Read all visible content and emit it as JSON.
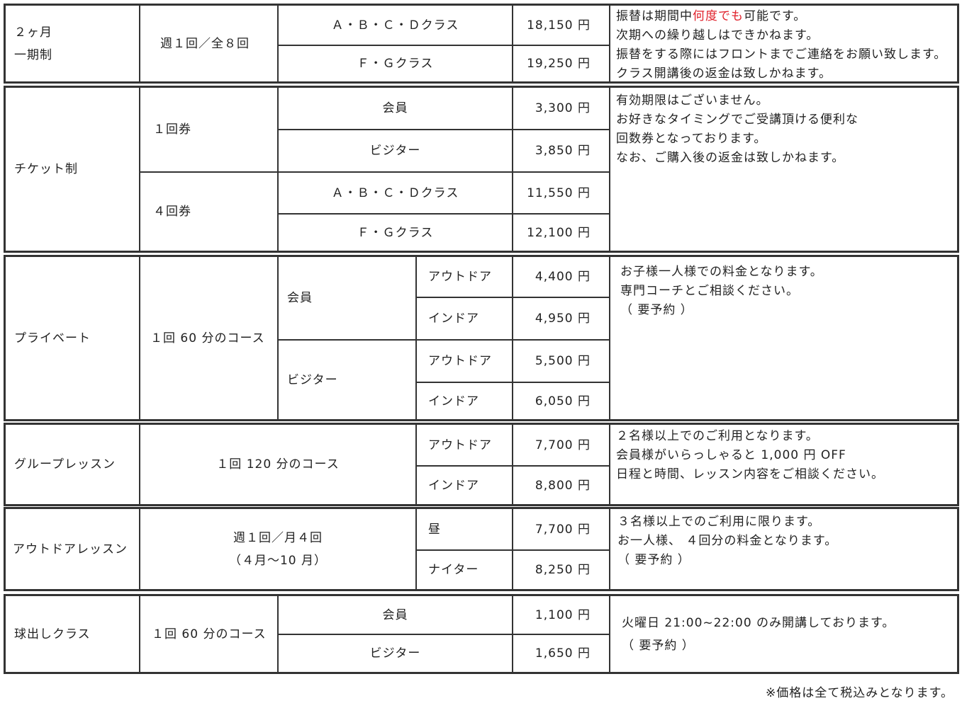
{
  "colors": {
    "border": "#333333",
    "text": "#222222",
    "accent_red": "#e0202a"
  },
  "blocks": [
    {
      "category": [
        "２ヶ月",
        "一期制"
      ],
      "frequency": "週１回／全８回",
      "rows": [
        {
          "label": "Ａ・Ｂ・Ｃ・Ｄクラス",
          "price": "18,150 円"
        },
        {
          "label": "Ｆ・Ｇクラス",
          "price": "19,250 円"
        }
      ],
      "notes": {
        "line1_before": "振替は期間中",
        "line1_highlight": "何度でも",
        "line1_after": "可能です。",
        "line2": "次期への繰り越しはできかねます。",
        "line3": "振替をする際にはフロントまでご連絡をお願い致します。",
        "line4": "クラス開講後の返金は致しかねます。"
      }
    },
    {
      "category": "チケット制",
      "subgroups": [
        {
          "name": "１回券",
          "rows": [
            {
              "label": "会員",
              "price": "3,300 円"
            },
            {
              "label": "ビジター",
              "price": "3,850 円"
            }
          ]
        },
        {
          "name": "４回券",
          "rows": [
            {
              "label": "Ａ・Ｂ・Ｃ・Ｄクラス",
              "price": "11,550 円"
            },
            {
              "label": "Ｆ・Ｇクラス",
              "price": "12,100 円"
            }
          ]
        }
      ],
      "notes": [
        "有効期限はございません。",
        "お好きなタイミングでご受講頂ける便利な",
        "回数券となっております。",
        "なお、ご購入後の返金は致しかねます。"
      ]
    },
    {
      "category": "プライベート",
      "course": "１回 60 分のコース",
      "groups": [
        {
          "member_type": "会員",
          "rows": [
            {
              "venue": "アウトドア",
              "price": "4,400 円"
            },
            {
              "venue": "インドア",
              "price": "4,950 円"
            }
          ]
        },
        {
          "member_type": "ビジター",
          "rows": [
            {
              "venue": "アウトドア",
              "price": "5,500 円"
            },
            {
              "venue": "インドア",
              "price": "6,050 円"
            }
          ]
        }
      ],
      "notes": [
        "お子様一人様での料金となります。",
        "専門コーチとご相談ください。",
        "（ 要予約 ）"
      ]
    },
    {
      "category": "グループレッスン",
      "course": "１回 120 分のコース",
      "rows": [
        {
          "venue": "アウトドア",
          "price": "7,700 円"
        },
        {
          "venue": "インドア",
          "price": "8,800 円"
        }
      ],
      "notes": [
        "２名様以上でのご利用となります。",
        "会員様がいらっしゃると 1,000 円 OFF",
        "日程と時間、レッスン内容をご相談ください。"
      ]
    },
    {
      "category": "アウトドアレッスン",
      "schedule": [
        "週１回／月４回",
        "（４月〜10 月）"
      ],
      "rows": [
        {
          "venue": "昼",
          "price": "7,700 円"
        },
        {
          "venue": "ナイター",
          "price": "8,250 円"
        }
      ],
      "notes": [
        "３名様以上でのご利用に限ります。",
        "お一人様、 ４回分の料金となります。",
        "（ 要予約 ）"
      ]
    },
    {
      "category": "球出しクラス",
      "course": "１回 60 分のコース",
      "rows": [
        {
          "label": "会員",
          "price": "1,100 円"
        },
        {
          "label": "ビジター",
          "price": "1,650 円"
        }
      ],
      "notes": [
        "火曜日 21:00~22:00 のみ開講しております。",
        "（ 要予約 ）"
      ]
    }
  ],
  "footnote": "※価格は全て税込みとなります。"
}
